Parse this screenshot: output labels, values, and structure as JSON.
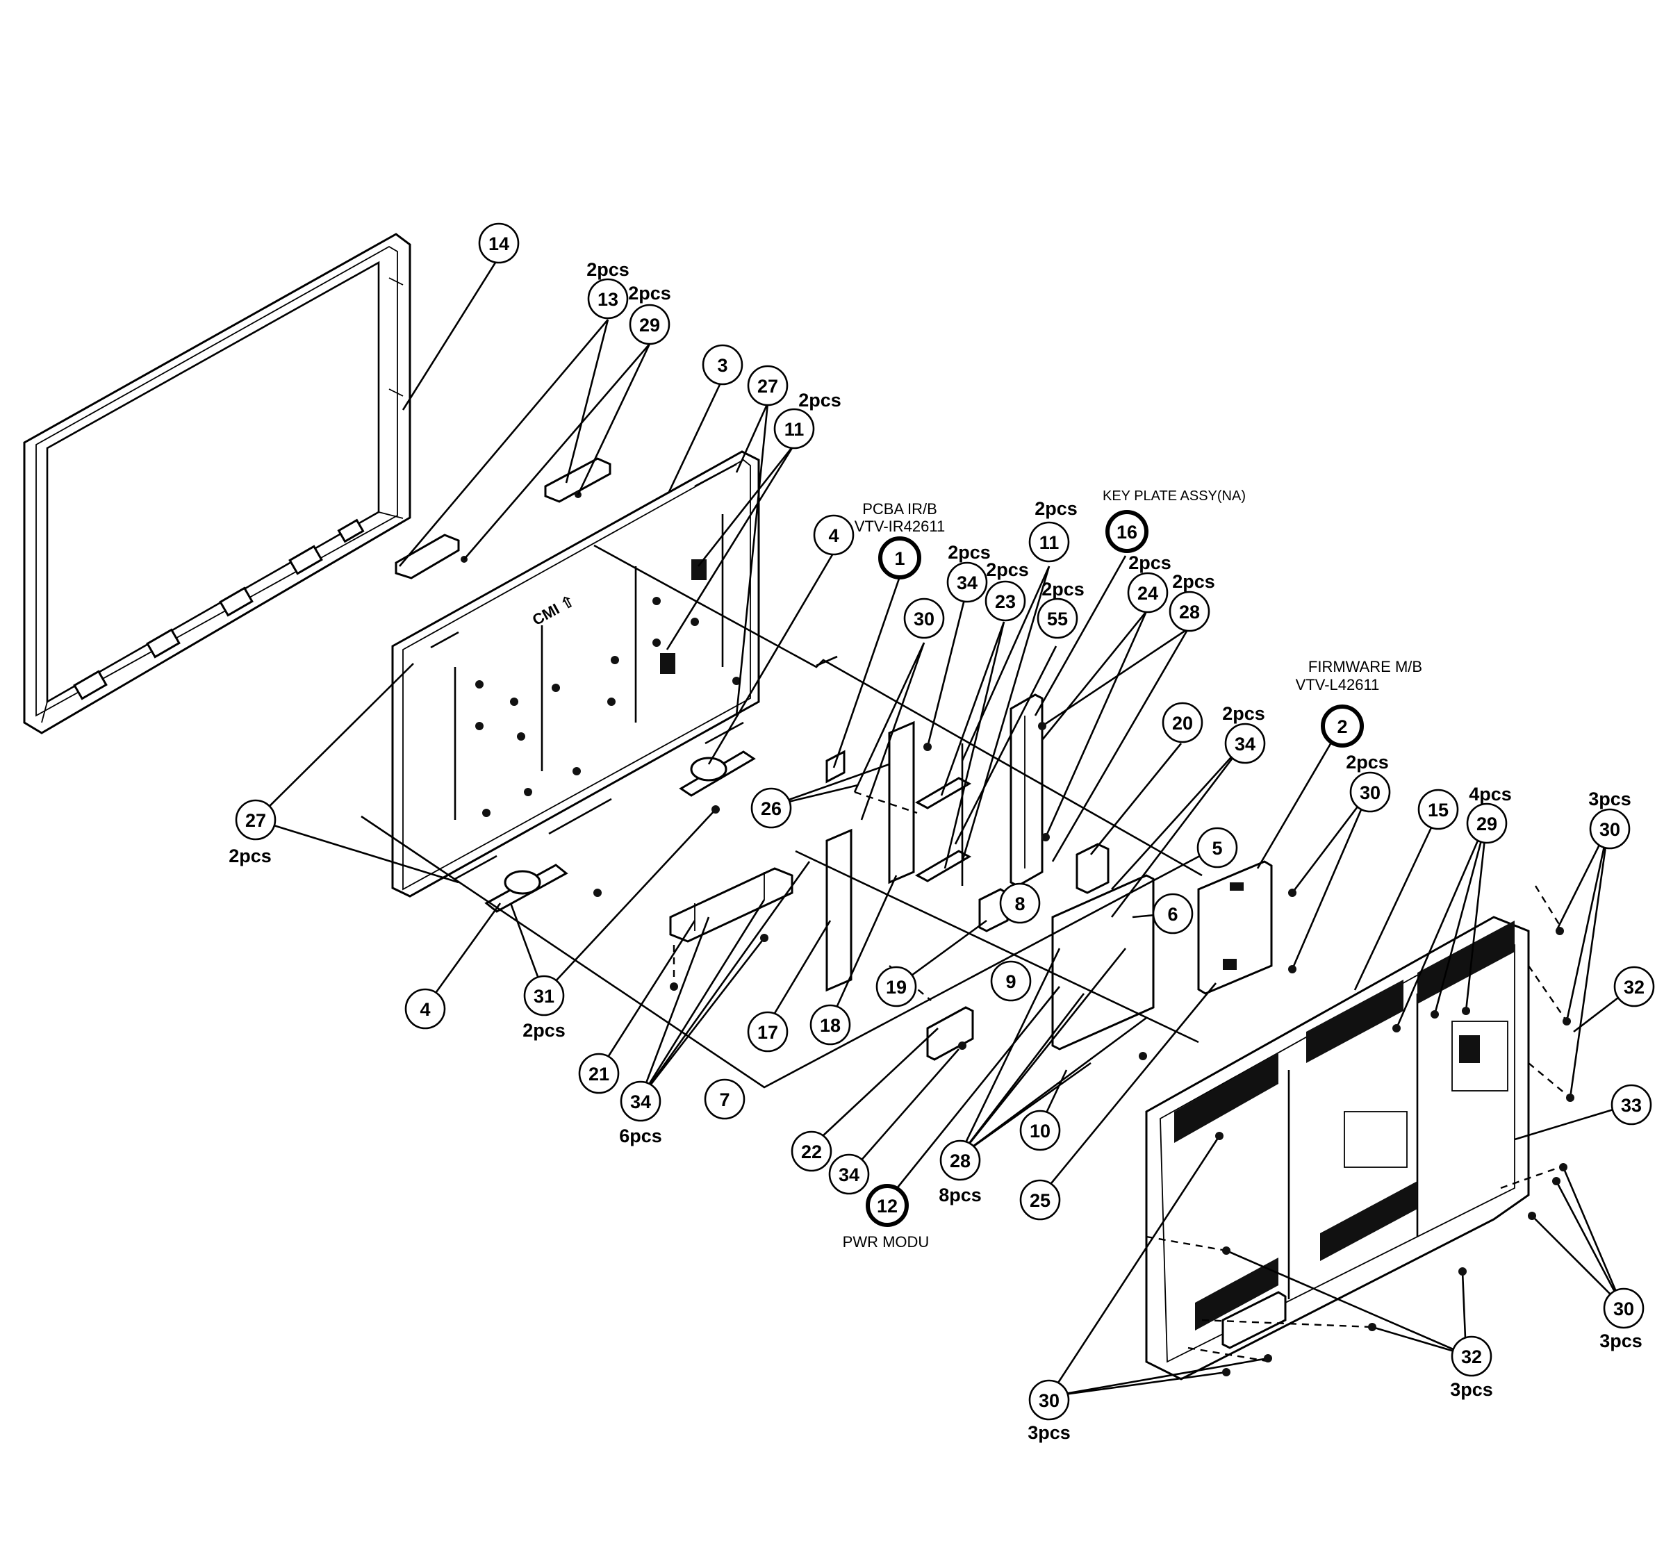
{
  "labels": {
    "pcba_ir_b": "PCBA IR/B",
    "pcba_ir_b_code": "VTV-IR42611",
    "key_plate": "KEY PLATE ASSY(NA)",
    "firmware_mb": "FIRMWARE M/B",
    "firmware_code": "VTV-L42611",
    "pwr_modu": "PWR MODU"
  },
  "callouts": [
    {
      "id": "14",
      "label": "14"
    },
    {
      "id": "13",
      "label": "13",
      "qty": "2pcs"
    },
    {
      "id": "29a",
      "label": "29",
      "qty": "2pcs"
    },
    {
      "id": "3",
      "label": "3"
    },
    {
      "id": "27a",
      "label": "27"
    },
    {
      "id": "11a",
      "label": "11",
      "qty": "2pcs"
    },
    {
      "id": "4a",
      "label": "4"
    },
    {
      "id": "1",
      "label": "1"
    },
    {
      "id": "34a",
      "label": "34",
      "qty": "2pcs"
    },
    {
      "id": "23",
      "label": "23",
      "qty": "2pcs"
    },
    {
      "id": "11b",
      "label": "11",
      "qty": "2pcs"
    },
    {
      "id": "16",
      "label": "16"
    },
    {
      "id": "24",
      "label": "24",
      "qty": "2pcs"
    },
    {
      "id": "28a",
      "label": "28",
      "qty": "2pcs"
    },
    {
      "id": "30a",
      "label": "30"
    },
    {
      "id": "55",
      "label": "55",
      "qty": "2pcs"
    },
    {
      "id": "20",
      "label": "20"
    },
    {
      "id": "34b",
      "label": "34",
      "qty": "2pcs"
    },
    {
      "id": "2",
      "label": "2"
    },
    {
      "id": "30b",
      "label": "30",
      "qty": "2pcs"
    },
    {
      "id": "15",
      "label": "15"
    },
    {
      "id": "29b",
      "label": "29",
      "qty": "4pcs"
    },
    {
      "id": "30c",
      "label": "30",
      "qty": "3pcs"
    },
    {
      "id": "27b",
      "label": "27",
      "qty": "2pcs"
    },
    {
      "id": "26",
      "label": "26"
    },
    {
      "id": "5",
      "label": "5"
    },
    {
      "id": "8",
      "label": "8"
    },
    {
      "id": "6",
      "label": "6"
    },
    {
      "id": "19",
      "label": "19"
    },
    {
      "id": "9",
      "label": "9"
    },
    {
      "id": "4b",
      "label": "4"
    },
    {
      "id": "31",
      "label": "31",
      "qty": "2pcs"
    },
    {
      "id": "17",
      "label": "17"
    },
    {
      "id": "18",
      "label": "18"
    },
    {
      "id": "21",
      "label": "21"
    },
    {
      "id": "34c",
      "label": "34",
      "qty": "6pcs"
    },
    {
      "id": "7",
      "label": "7"
    },
    {
      "id": "22",
      "label": "22"
    },
    {
      "id": "34d",
      "label": "34"
    },
    {
      "id": "12",
      "label": "12"
    },
    {
      "id": "28b",
      "label": "28",
      "qty": "8pcs"
    },
    {
      "id": "10",
      "label": "10"
    },
    {
      "id": "25",
      "label": "25"
    },
    {
      "id": "32a",
      "label": "32"
    },
    {
      "id": "33",
      "label": "33"
    },
    {
      "id": "30d",
      "label": "30",
      "qty": "3pcs"
    },
    {
      "id": "32b",
      "label": "32",
      "qty": "3pcs"
    },
    {
      "id": "30e",
      "label": "30",
      "qty": "3pcs"
    }
  ]
}
